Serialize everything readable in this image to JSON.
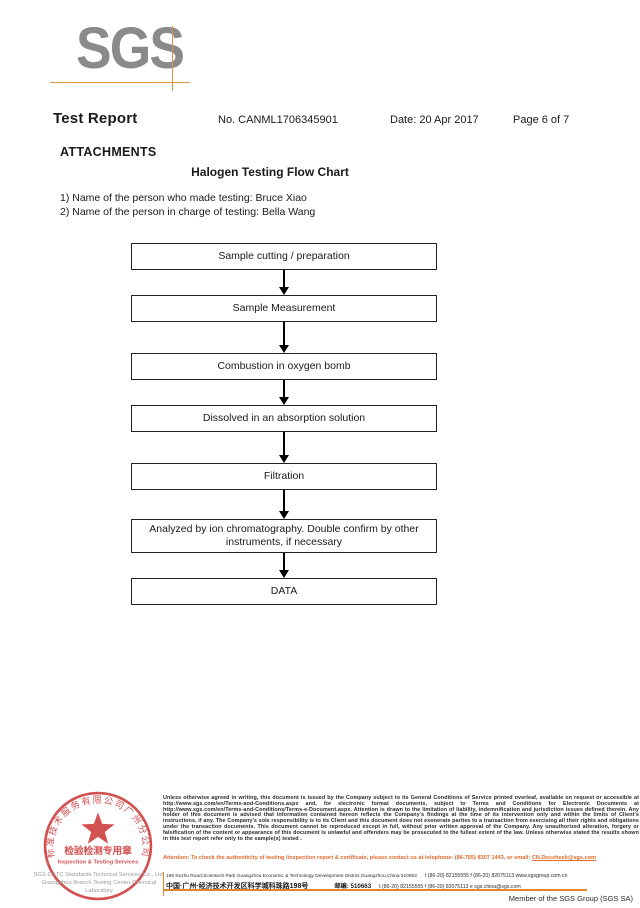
{
  "logo": {
    "text": "SGS"
  },
  "header": {
    "title": "Test Report",
    "report_no": "No. CANML1706345901",
    "date": "Date: 20 Apr 2017",
    "page": "Page 6 of 7"
  },
  "section": {
    "attachments_label": "ATTACHMENTS",
    "chart_title": "Halogen Testing Flow Chart"
  },
  "notes": [
    "1) Name of the person who made testing: Bruce Xiao",
    "2) Name of the person in charge of testing: Bella Wang"
  ],
  "flowchart": {
    "steps": [
      "Sample cutting / preparation",
      "Sample Measurement",
      "Combustion in oxygen bomb",
      "Dissolved in an absorption solution",
      "Filtration",
      "Analyzed by ion chromatography. Double confirm by other instruments, if necessary",
      "DATA"
    ]
  },
  "footer": {
    "stamp": {
      "ring_text": "标准技术服务有限公司广州分公司",
      "center_cn": "检验检测专用章",
      "center_en": "Inspection & Testing Services",
      "color": "#cc3a3a"
    },
    "company_line1": "SGS-CSTC Standards Technical Services Co., Ltd.",
    "company_line2": "Guangzhou Branch Testing Center Chemical Laboratory",
    "legal_text": "Unless otherwise agreed in writing, this document is issued by the Company subject to its General Conditions of Service printed overleaf, available on request or accessible at http://www.sgs.com/en/Terms-and-Conditions.aspx and, for electronic format documents, subject to Terms and Conditions for Electronic Documents at http://www.sgs.com/en/Terms-and-Conditions/Terms-e-Document.aspx. Attention is drawn to the limitation of liability, indemnification and jurisdiction issues defined therein. Any holder of this document is advised that information contained hereon reflects the Company's findings at the time of its intervention only and within the limits of Client's instructions, if any. The Company's sole responsibility is to its Client and this document does not exonerate parties to a transaction from exercising all their rights and obligations under the transaction documents. This document cannot be reproduced except in full, without prior written approval of the Company. Any unauthorized alteration, forgery or falsification of the content or appearance of this document is unlawful and offenders may be prosecuted to the fullest extent of the law. Unless otherwise stated the results shown in this test report refer only to the sample(s) tested .",
    "attention_prefix": "Attention: To check the authenticity of testing /inspection report & certificate, please contact us at telephone: (86-755) 8307 1443, or email: ",
    "attention_email": "CN.Doccheck@sgs.com",
    "address_en": "198 Kezhu Road,Scientech Park Guangzhou Economic & Technology Development District,Guangzhou,China 510663",
    "contact_en": "t (86-20) 82155555   f (86-20) 82075113   www.sgsgroup.com.cn",
    "address_cn": "中国·广州·经济技术开发区科学城科珠路198号",
    "postcode_cn": "邮编: 510663",
    "contact_cn": "t (86-20) 82155555   f (86-20) 82075113   e  sgs.china@sgs.com",
    "member_text": "Member of the SGS Group (SGS SA)",
    "accent_orange": "#e2862c"
  }
}
